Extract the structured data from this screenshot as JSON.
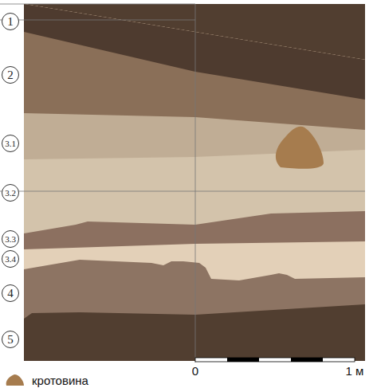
{
  "diagram": {
    "nodes": [
      {
        "text": [
          "1"
        ]
      },
      {
        "text": [
          "2"
        ]
      },
      {
        "text": [
          "3.1"
        ]
      },
      {
        "text": [
          "3.2"
        ]
      },
      {
        "text": [
          "3.3"
        ]
      },
      {
        "text": [
          "3.4"
        ]
      },
      {
        "text": [
          "4"
        ]
      },
      {
        "text": [
          "5"
        ]
      }
    ],
    "labels": [
      "0",
      "1 м"
    ],
    "legend": [
      {
        "text": "кротовина",
        "color": "#a67c4e"
      }
    ]
  }
}
